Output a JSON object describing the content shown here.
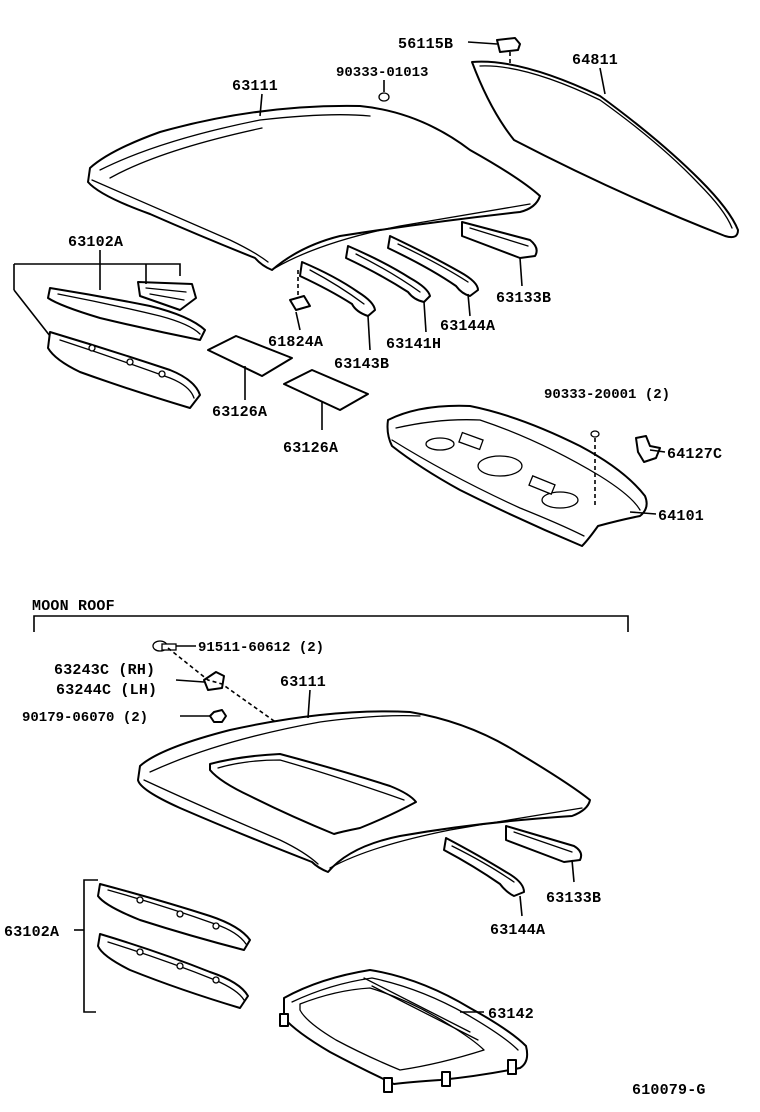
{
  "top_labels": {
    "p56115b": "56115B",
    "p90333_01013": "90333-01013",
    "p64811": "64811",
    "p63111": "63111",
    "p63102a": "63102A",
    "p63133b": "63133B",
    "p61824a": "61824A",
    "p63144a": "63144A",
    "p63141h": "63141H",
    "p63143b": "63143B",
    "p63126a_1": "63126A",
    "p63126a_2": "63126A",
    "p90333_20001": "90333-20001 (2)",
    "p64127c": "64127C",
    "p64101": "64101"
  },
  "moon_roof": {
    "title": "MOON ROOF",
    "p91511": "91511-60612 (2)",
    "p63243c": "63243C (RH)",
    "p63244c": "63244C (LH)",
    "p90179": "90179-06070 (2)",
    "p63111": "63111",
    "p63133b": "63133B",
    "p63144a": "63144A",
    "p63102a": "63102A",
    "p63142": "63142"
  },
  "figure_id": "610079-G"
}
